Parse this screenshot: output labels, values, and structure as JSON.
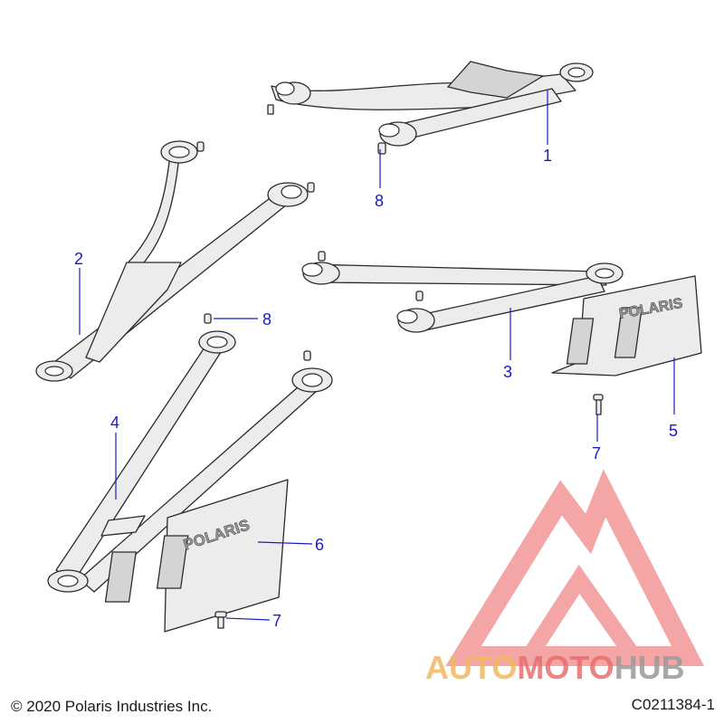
{
  "callouts": {
    "c1": "1",
    "c2": "2",
    "c3": "3",
    "c4": "4",
    "c5": "5",
    "c6": "6",
    "c7a": "7",
    "c7b": "7",
    "c8a": "8",
    "c8b": "8"
  },
  "guard_brand": "POLARIS",
  "watermark": {
    "word_part1": "AUTO",
    "word_part2": "MOTO",
    "word_part3": "HUB"
  },
  "footer": {
    "copyright": "© 2020 Polaris Industries Inc.",
    "code": "C0211384-1"
  },
  "colors": {
    "callout": "#1a1ac8",
    "watermark_red": "#e85858",
    "watermark_orange": "#f2b860",
    "watermark_gray": "#9a9a9a"
  }
}
